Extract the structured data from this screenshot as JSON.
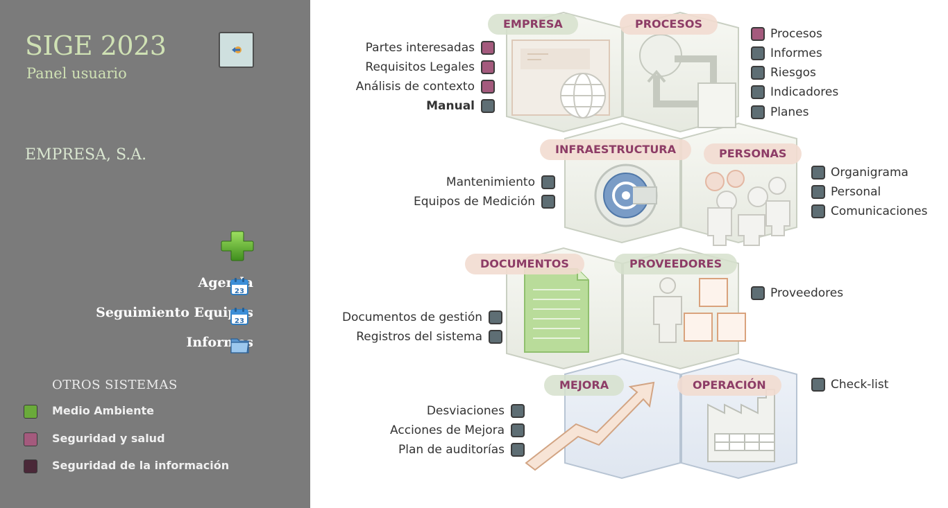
{
  "colors": {
    "sidebar_bg": "#7b7b7b",
    "green": "#6aaa3a",
    "pink": "#a45a7d",
    "dark": "#4a2838",
    "gray_box": "#5e6e74",
    "heading": "#8d3c66"
  },
  "sidebar": {
    "title": "SIGE 2023",
    "subtitle": "Panel usuario",
    "back_icon": "back-arrow-icon",
    "company": "EMPRESA, S.A.",
    "add_icon": "plus-icon",
    "links": [
      {
        "label": "Agenda",
        "icon": "calendar-icon"
      },
      {
        "label": "Seguimiento Equipos",
        "icon": "calendar-icon"
      },
      {
        "label": "Informes",
        "icon": "folder-icon"
      }
    ],
    "other_title": "OTROS SISTEMAS",
    "other": [
      {
        "label": "Medio Ambiente",
        "color": "#6aaa3a"
      },
      {
        "label": "Seguridad y salud",
        "color": "#a45a7d"
      },
      {
        "label": "Seguridad de la información",
        "color": "#4a2838"
      }
    ]
  },
  "sections": {
    "empresa": "EMPRESA",
    "procesos": "PROCESOS",
    "infraestructura": "INFRAESTRUCTURA",
    "personas": "PERSONAS",
    "documentos": "DOCUMENTOS",
    "proveedores": "PROVEEDORES",
    "mejora": "MEJORA",
    "operacion": "OPERACIÓN"
  },
  "links": {
    "empresa": [
      {
        "label": "Partes interesadas",
        "color": "#a45a7d"
      },
      {
        "label": "Requisitos Legales",
        "color": "#a45a7d"
      },
      {
        "label": "Análisis de contexto",
        "color": "#a45a7d"
      },
      {
        "label": "Manual",
        "color": "#5e6e74"
      }
    ],
    "procesos": [
      {
        "label": "Procesos",
        "color": "#a45a7d"
      },
      {
        "label": "Informes",
        "color": "#5e6e74"
      },
      {
        "label": "Riesgos",
        "color": "#5e6e74"
      },
      {
        "label": "Indicadores",
        "color": "#5e6e74"
      },
      {
        "label": "Planes",
        "color": "#5e6e74"
      }
    ],
    "infraestructura": [
      {
        "label": "Mantenimiento",
        "color": "#5e6e74"
      },
      {
        "label": "Equipos de Medición",
        "color": "#5e6e74"
      }
    ],
    "personas": [
      {
        "label": "Organigrama",
        "color": "#5e6e74"
      },
      {
        "label": "Personal",
        "color": "#5e6e74"
      },
      {
        "label": "Comunicaciones",
        "color": "#5e6e74"
      }
    ],
    "documentos": [
      {
        "label": "Documentos de gestión",
        "color": "#5e6e74"
      },
      {
        "label": "Registros del sistema",
        "color": "#5e6e74"
      }
    ],
    "proveedores": [
      {
        "label": "Proveedores",
        "color": "#5e6e74"
      }
    ],
    "mejora": [
      {
        "label": "Desviaciones",
        "color": "#5e6e74"
      },
      {
        "label": "Acciones de Mejora",
        "color": "#5e6e74"
      },
      {
        "label": "Plan de auditorías",
        "color": "#5e6e74"
      }
    ],
    "operacion": [
      {
        "label": "Check-list",
        "color": "#5e6e74"
      }
    ]
  }
}
